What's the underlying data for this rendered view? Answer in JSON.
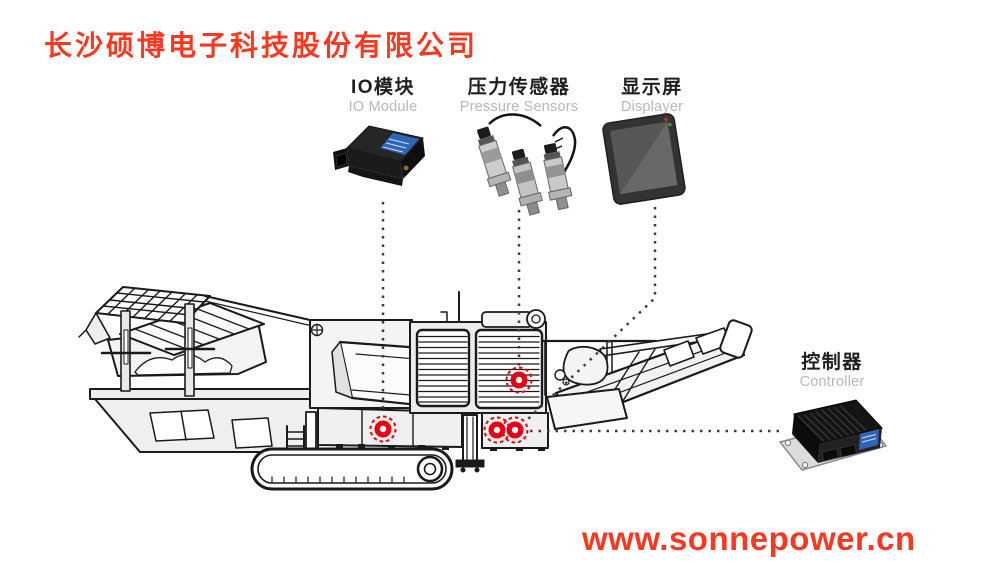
{
  "header": {
    "company_name": "长沙硕博电子科技股份有限公司"
  },
  "footer": {
    "website": "www.sonnepower.cn"
  },
  "components": {
    "io_module": {
      "zh": "IO模块",
      "en": "IO Module"
    },
    "pressure_sensors": {
      "zh": "压力传感器",
      "en": "Pressure Sensors"
    },
    "displayer": {
      "zh": "显示屏",
      "en": "Displayer"
    },
    "controller": {
      "zh": "控制器",
      "en": "Controller"
    }
  },
  "colors": {
    "brand_red": "#f93822",
    "marker_red": "#e60012",
    "label_dark": "#1f1f1f",
    "label_gray": "#b8b8b8",
    "line_black": "#1a1a1a"
  }
}
